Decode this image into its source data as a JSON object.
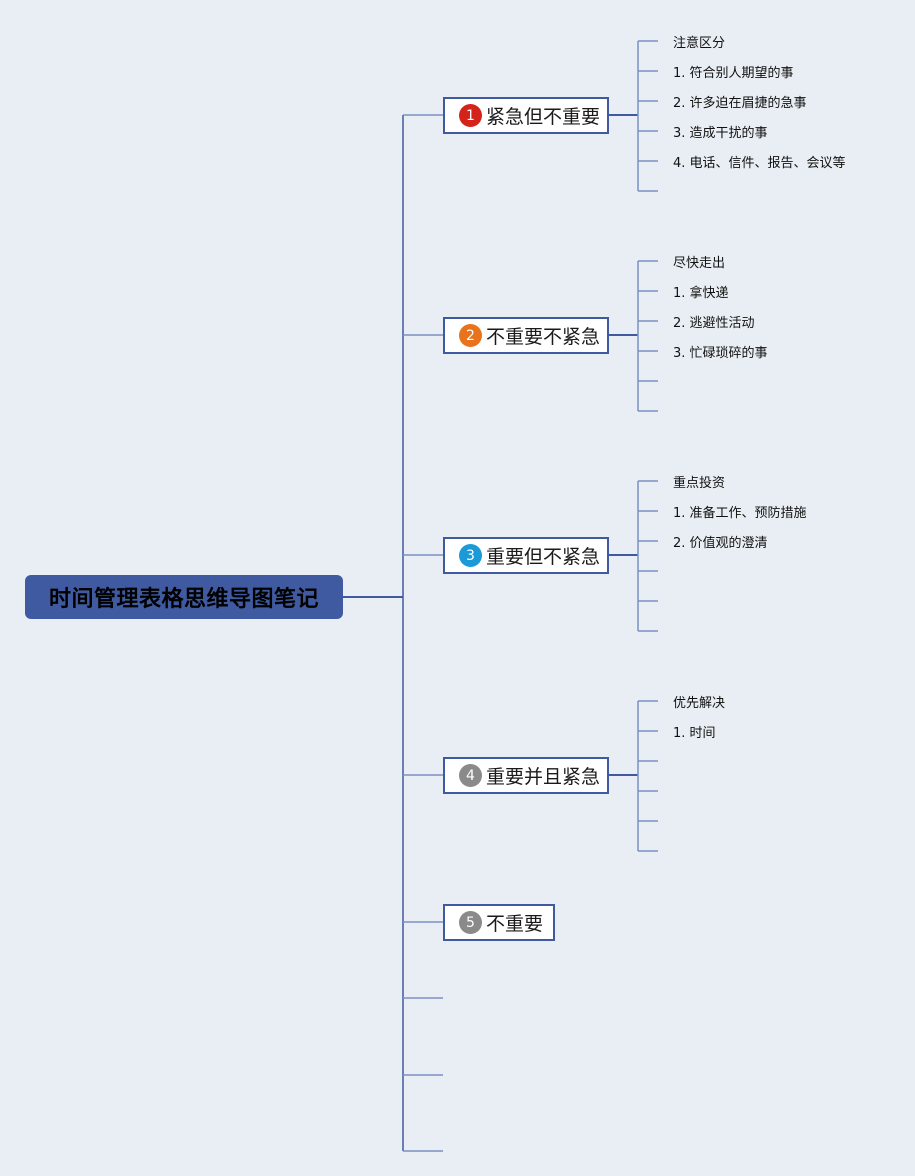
{
  "root": {
    "title": "时间管理表格思维导图笔记"
  },
  "colors": {
    "line": "#3f5aa0",
    "twig": "#7b8fc4",
    "root_bg": "#3f5aa0",
    "background": "#e8eef3"
  },
  "branches": [
    {
      "number": "1",
      "badge_color": "#d4231a",
      "label": "紧急但不重要",
      "items": [
        "注意区分",
        "1. 符合别人期望的事",
        "2. 许多迫在眉捷的急事",
        "3. 造成干扰的事",
        "4. 电话、信件、报告、会议等",
        ""
      ]
    },
    {
      "number": "2",
      "badge_color": "#e8731c",
      "label": "不重要不紧急",
      "items": [
        "尽快走出",
        "1. 拿快递",
        "2. 逃避性活动",
        "3. 忙碌琐碎的事",
        "",
        ""
      ]
    },
    {
      "number": "3",
      "badge_color": "#1c9ad8",
      "label": "重要但不紧急",
      "items": [
        "重点投资",
        "1. 准备工作、预防措施",
        "2. 价值观的澄清",
        "",
        "",
        ""
      ]
    },
    {
      "number": "4",
      "badge_color": "#8a8a8a",
      "label": "重要并且紧急",
      "items": [
        "优先解决",
        "1. 时间",
        "",
        "",
        "",
        ""
      ]
    },
    {
      "number": "5",
      "badge_color": "#8a8a8a",
      "label": "不重要",
      "items": []
    }
  ],
  "empty_branch_count": 3
}
